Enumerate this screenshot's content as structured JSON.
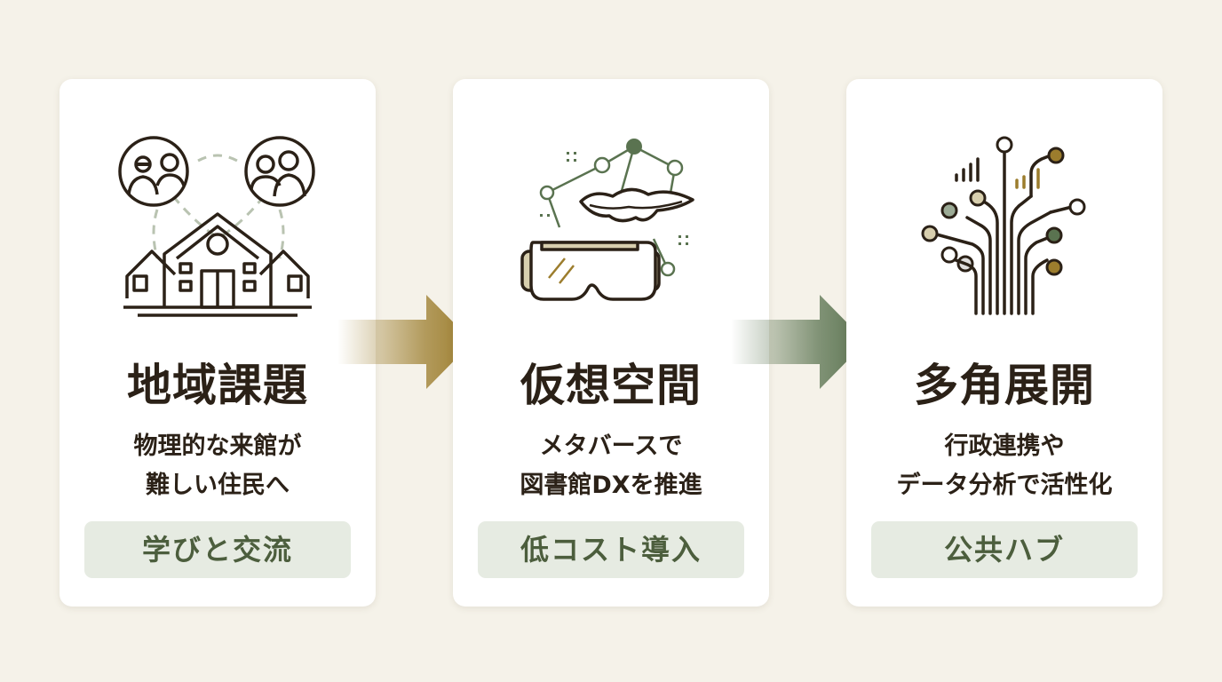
{
  "colors": {
    "background": "#f5f2e9",
    "card": "#ffffff",
    "ink": "#2b2117",
    "badge_bg": "#e6ebe2",
    "badge_text": "#4c5e3d",
    "gold": "#9c7d2d",
    "green": "#5a7350"
  },
  "steps": [
    {
      "icon": "community-library-icon",
      "title": "地域課題",
      "desc_lines": [
        "物理的な来館が",
        "難しい住民へ"
      ],
      "badge": "学びと交流"
    },
    {
      "icon": "vr-headset-network-icon",
      "title": "仮想空間",
      "desc_lines": [
        "メタバースで",
        "図書館DXを推進"
      ],
      "badge": "低コスト導入"
    },
    {
      "icon": "data-tree-icon",
      "title": "多角展開",
      "desc_lines": [
        "行政連携や",
        "データ分析で活性化"
      ],
      "badge": "公共ハブ"
    }
  ]
}
